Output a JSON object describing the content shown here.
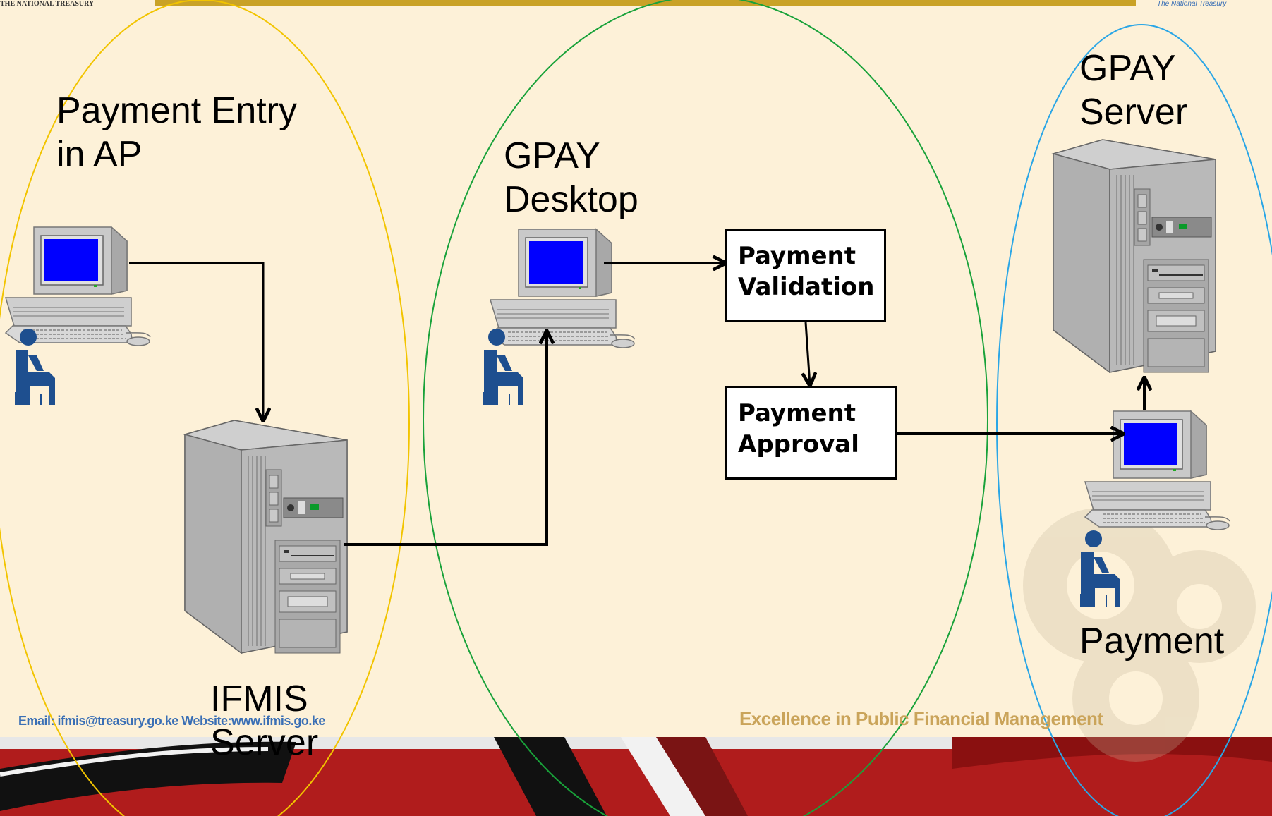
{
  "header": {
    "left_brand": "THE NATIONAL TREASURY",
    "right_brand": "The National Treasury"
  },
  "footer": {
    "contact": "Email: ifmis@treasury.go.ke Website:www.ifmis.go.ke",
    "motto": "Excellence in Public Financial Management"
  },
  "labels": {
    "payment_entry": [
      "Payment Entry",
      "in AP"
    ],
    "ifmis_server": [
      "IFMIS",
      "Server"
    ],
    "gpay_desktop": [
      "GPAY",
      "Desktop"
    ],
    "gpay_server": [
      "GPAY",
      "Server"
    ],
    "payment": "Payment"
  },
  "boxes": {
    "validation": [
      "Payment",
      "Validation"
    ],
    "approval": [
      "Payment",
      "Approval"
    ]
  },
  "colors": {
    "background": "#fdf1d8",
    "header_bar": "#c9a227",
    "ellipse_ap": "#f2c400",
    "ellipse_gpay_desktop": "#19a23a",
    "ellipse_gpay_server": "#2aa6e6",
    "screen": "#0000ff",
    "person": "#1e4f8f",
    "flag_red": "#b01c1c"
  },
  "icons": [
    "desktop-computer-icon",
    "tower-server-icon",
    "seated-user-icon"
  ]
}
